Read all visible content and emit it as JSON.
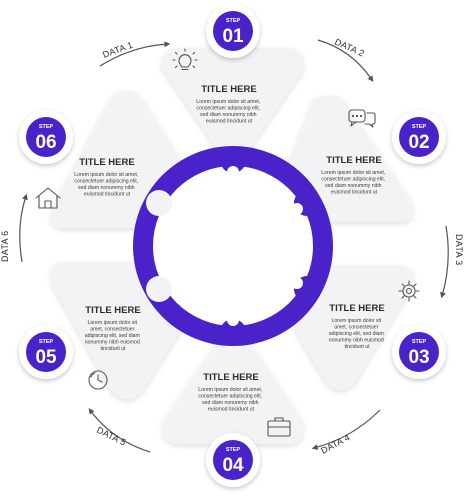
{
  "accent_color": "#4a22c9",
  "steps": [
    {
      "step_label": "STEP",
      "number": "01",
      "title": "TITLE HERE",
      "lines": [
        "Lorem ipsum dolor sit amet,",
        "consectetuer adipiscing elit,",
        "sed diam nonummy nibh",
        "euismod tincidunt ut"
      ],
      "icon": "lightbulb-icon",
      "data_label": "DATA 1"
    },
    {
      "step_label": "STEP",
      "number": "02",
      "title": "TITLE HERE",
      "lines": [
        "Lorem ipsum dolor sit amet,",
        "consectetuer adipiscing elit,",
        "sed diam nonummy nibh",
        "euismod tincidunt ut"
      ],
      "icon": "chat-bubbles-icon",
      "data_label": "DATA 2"
    },
    {
      "step_label": "STEP",
      "number": "03",
      "title": "TITLE HERE",
      "lines": [
        "Lorem ipsum dolor sit",
        "amet, consectetuer",
        "adipiscing elit, sed diam",
        "nonummy nibh euismod",
        "tincidunt ut"
      ],
      "icon": "gear-icon",
      "data_label": "DATA 3"
    },
    {
      "step_label": "STEP",
      "number": "04",
      "title": "TITLE HERE",
      "lines": [
        "Lorem ipsum dolor sit amet,",
        "consectetuer adipiscing elit,",
        "sed diam nonummy nibh",
        "euismod tincidunt ut"
      ],
      "icon": "briefcase-icon",
      "data_label": "DATA 4"
    },
    {
      "step_label": "STEP",
      "number": "05",
      "title": "TITLE HERE",
      "lines": [
        "Lorem ipsum dolor sit",
        "amet, consectetuer",
        "adipiscing elit, sed diam",
        "nonummy nibh euismod",
        "tincidunt ut"
      ],
      "icon": "clock-icon",
      "data_label": "DATA 5"
    },
    {
      "step_label": "STEP",
      "number": "06",
      "title": "TITLE HERE",
      "lines": [
        "Lorem ipsum dolor sit amet,",
        "consectetuer adipiscing elit,",
        "sed diam nonummy nibh",
        "euismod tincidunt ut"
      ],
      "icon": "home-icon",
      "data_label": "DATA 6"
    }
  ]
}
